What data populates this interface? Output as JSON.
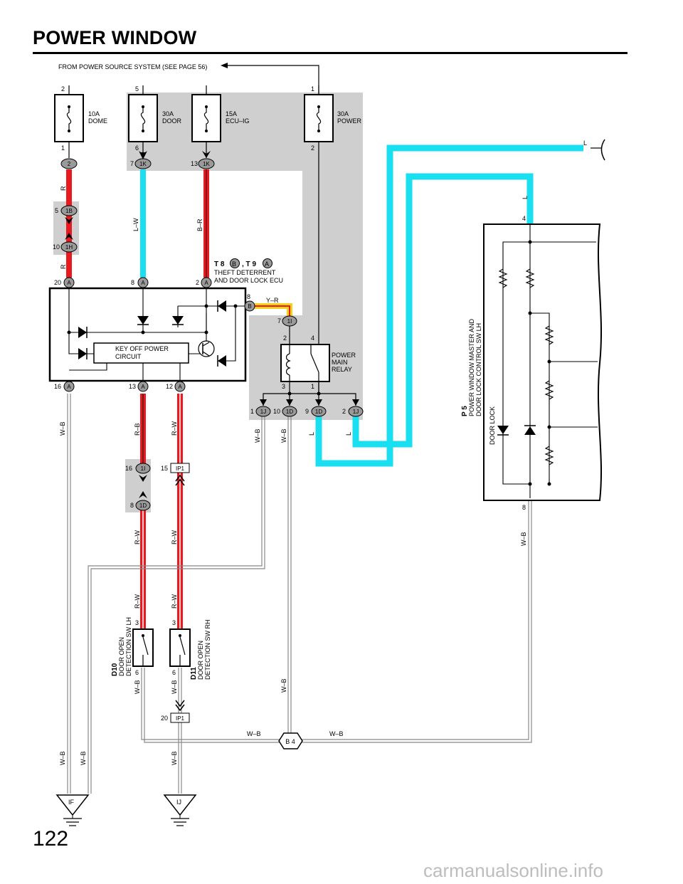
{
  "page": {
    "title": "POWER WINDOW",
    "number": "122",
    "watermark": "carmanualsonline.info"
  },
  "colors": {
    "red_wire": "#e8191f",
    "cyan_wire": "#19dff0",
    "yellow_wire": "#f2d21a",
    "shade": "#cfcfcf",
    "black": "#000000"
  },
  "source_note": "FROM POWER SOURCE SYSTEM (SEE PAGE 56)",
  "fuses": [
    {
      "rating": "10A",
      "name": "DOME",
      "pin_top": "2",
      "pin_bottom": "1"
    },
    {
      "rating": "30A",
      "name": "DOOR",
      "pin_top": "5",
      "pin_bottom": "6"
    },
    {
      "rating": "15A",
      "name": "ECU–IG",
      "pin_top": "",
      "pin_bottom": ""
    },
    {
      "rating": "30A",
      "name": "POWER",
      "pin_top": "1",
      "pin_bottom": "2"
    }
  ],
  "connectors": {
    "c2": "2",
    "c1K_a": "1K",
    "c1K_a_pin": "7",
    "c1K_b": "1K",
    "c1K_b_pin": "13",
    "c1B": "1B",
    "c1B_pin": "5",
    "c1H": "1H",
    "c1H_pin": "10",
    "cA20": "A",
    "cA20_pin": "20",
    "cA8": "A",
    "cA8_pin": "8",
    "cA2": "A",
    "cA2_pin": "2",
    "cB8": "B",
    "cB8_pin": "8",
    "c1I_top": "1I",
    "c1I_top_pin": "7",
    "cA16": "A",
    "cA16_pin": "16",
    "cA13": "A",
    "cA13_pin": "13",
    "cA12": "A",
    "cA12_pin": "12",
    "c1J_a": "1J",
    "c1J_a_pin": "1",
    "c1D_a": "1D",
    "c1D_a_pin": "10",
    "c1D_b": "1D",
    "c1D_b_pin": "9",
    "c1J_b": "1J",
    "c1J_b_pin": "2",
    "c1I_low": "1I",
    "c1I_low_pin": "16",
    "c1D_low": "1D",
    "c1D_low_pin": "8",
    "cIP1_a": "IP1",
    "cIP1_a_pin": "15",
    "cIP1_b": "IP1",
    "cIP1_b_pin": "20",
    "splice": "B 4"
  },
  "wire_labels": {
    "R_1": "R",
    "R_2": "R",
    "LW": "L–W",
    "BR": "B–R",
    "YR": "Y–R",
    "L_top": "L",
    "L_right": "L",
    "L_a": "L",
    "L_b": "L",
    "WB_a": "W–B",
    "WB_b": "W–B",
    "WB_c": "W–B",
    "WB_d": "W–B",
    "WB_e": "W–B",
    "WB_f": "W–B",
    "WB_g": "W–B",
    "WB_h": "W–B",
    "WB_i": "W–B",
    "WB_j": "W–B",
    "WB_k": "W–B",
    "WB_l": "W–B",
    "RB": "R–B",
    "RW_1": "R–W",
    "RW_2": "R–W",
    "RW_3": "R–W",
    "RW_4": "R–W",
    "RW_5": "R–W"
  },
  "ecu": {
    "codes": "T 8",
    "code_b": "B",
    "sep": ", T 9",
    "code_a": "A",
    "name_1": "THEFT DETERRENT",
    "name_2": "AND DOOR LOCK ECU",
    "circuit_1": "KEY OFF POWER",
    "circuit_2": "CIRCUIT"
  },
  "relay": {
    "name_1": "POWER",
    "name_2": "MAIN",
    "name_3": "RELAY",
    "pin2": "2",
    "pin4": "4",
    "pin3": "3",
    "pin1": "1"
  },
  "master_switch": {
    "code": "P 5",
    "name_1": "POWER WINDOW MASTER AND",
    "name_2": "DOOR LOCK CONTROL SW LH",
    "door_lock": "DOOR LOCK",
    "pin_top": "4",
    "pin_bottom": "8"
  },
  "switch_lh": {
    "code": "D10",
    "name_1": "DOOR OPEN",
    "name_2": "DETECTION SW LH",
    "pin_top": "3",
    "pin_bottom": "6"
  },
  "switch_rh": {
    "code": "D11",
    "name_1": "DOOR OPEN",
    "name_2": "DETECTION SW RH",
    "pin_top": "3",
    "pin_bottom": "6"
  },
  "grounds": {
    "left": "IF",
    "right": "IJ"
  }
}
